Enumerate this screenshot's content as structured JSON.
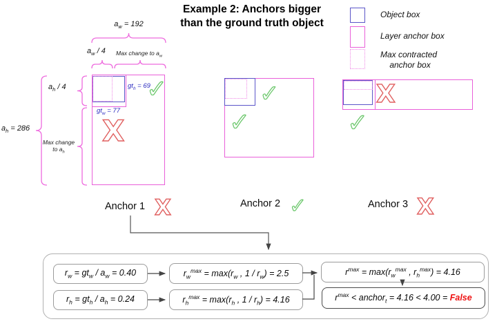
{
  "title": "Example 2: Anchors bigger\nthan the ground truth object",
  "legend": {
    "object_box": "Object box",
    "layer_anchor_box": "Layer anchor box",
    "max_contracted": "Max contracted\n    anchor box"
  },
  "labels": {
    "aw": "a_{w} = 192",
    "aw_quarter": "a_{w} / 4",
    "aw_change": "Max change to a_{w}",
    "ah": "a_{h} = 286",
    "ah_quarter": "a_{h} / 4",
    "ah_change": "Max change\nto a_{h}",
    "gt_h": "gt_{h} = 69",
    "gt_w": "gt_{w} = 77"
  },
  "anchors": {
    "anchor1": "Anchor 1",
    "anchor2": "Anchor 2",
    "anchor3": "Anchor 3"
  },
  "formulas": {
    "rw": "r_{w} = gt_{w} / a_{w} = 0.40",
    "rh": "r_{h} = gt_{h} / a_{h} = 0.24",
    "rw_max": "r_{w}^{max} = max(r_{w} , 1 / r_{w}) = 2.5",
    "rh_max": "r_{h}^{max} = max(r_{h} , 1 / r_{h}) = 4.16",
    "r_max": "r^{max} = max(r_{w}^{max} , r_{h}^{max}) = 4.16",
    "decision": "r^{max} < anchor_{t} = 4.16 < 4.00 = *False*"
  },
  "icons": {
    "pass_glyph": "✓",
    "fail_glyph": "X"
  },
  "colors": {
    "anchor_pink": "#e95fd9",
    "object_blue": "#5a55c8",
    "pass_green": "#6ec86e",
    "fail_red": "#e06060",
    "false_text": "#ee1111",
    "gt_blue": "#2b2bc0"
  }
}
